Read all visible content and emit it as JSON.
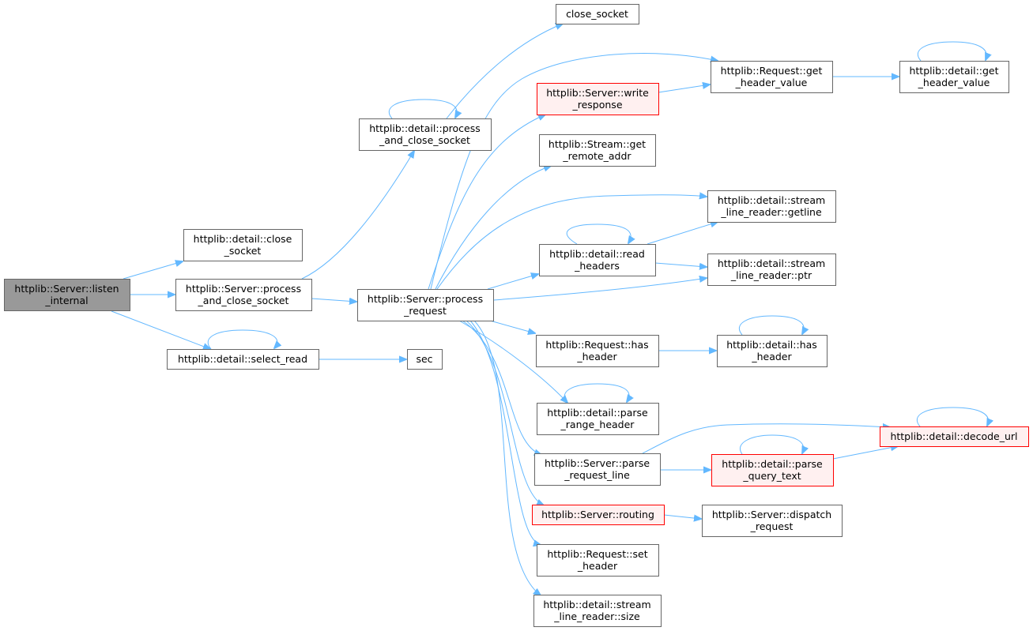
{
  "diagram": {
    "nodes": {
      "listen_internal": [
        "httplib::Server::listen",
        "_internal"
      ],
      "detail_close_socket": [
        "httplib::detail::close",
        "_socket"
      ],
      "server_process_and_close_socket": [
        "httplib::Server::process",
        "_and_close_socket"
      ],
      "select_read": [
        "httplib::detail::select_read"
      ],
      "detail_process_and_close_socket": [
        "httplib::detail::process",
        "_and_close_socket"
      ],
      "close_socket": [
        "close_socket"
      ],
      "process_request": [
        "httplib::Server::process",
        "_request"
      ],
      "sec": [
        "sec"
      ],
      "write_response": [
        "httplib::Server::write",
        "_response"
      ],
      "get_remote_addr": [
        "httplib::Stream::get",
        "_remote_addr"
      ],
      "read_headers": [
        "httplib::detail::read",
        "_headers"
      ],
      "request_has_header": [
        "httplib::Request::has",
        "_header"
      ],
      "parse_range_header": [
        "httplib::detail::parse",
        "_range_header"
      ],
      "parse_request_line": [
        "httplib::Server::parse",
        "_request_line"
      ],
      "routing": [
        "httplib::Server::routing"
      ],
      "request_set_header": [
        "httplib::Request::set",
        "_header"
      ],
      "stream_line_reader_size": [
        "httplib::detail::stream",
        "_line_reader::size"
      ],
      "request_get_header_value": [
        "httplib::Request::get",
        "_header_value"
      ],
      "stream_line_reader_getline": [
        "httplib::detail::stream",
        "_line_reader::getline"
      ],
      "stream_line_reader_ptr": [
        "httplib::detail::stream",
        "_line_reader::ptr"
      ],
      "detail_has_header": [
        "httplib::detail::has",
        "_header"
      ],
      "parse_query_text": [
        "httplib::detail::parse",
        "_query_text"
      ],
      "dispatch_request": [
        "httplib::Server::dispatch",
        "_request"
      ],
      "detail_get_header_value": [
        "httplib::detail::get",
        "_header_value"
      ],
      "decode_url": [
        "httplib::detail::decode_url"
      ]
    },
    "edges": [
      [
        "listen_internal",
        "detail_close_socket"
      ],
      [
        "listen_internal",
        "server_process_and_close_socket"
      ],
      [
        "listen_internal",
        "select_read"
      ],
      [
        "server_process_and_close_socket",
        "detail_process_and_close_socket"
      ],
      [
        "server_process_and_close_socket",
        "process_request"
      ],
      [
        "select_read",
        "select_read"
      ],
      [
        "select_read",
        "sec"
      ],
      [
        "detail_process_and_close_socket",
        "detail_process_and_close_socket"
      ],
      [
        "detail_process_and_close_socket",
        "close_socket"
      ],
      [
        "process_request",
        "request_get_header_value"
      ],
      [
        "process_request",
        "write_response"
      ],
      [
        "process_request",
        "get_remote_addr"
      ],
      [
        "process_request",
        "stream_line_reader_getline"
      ],
      [
        "process_request",
        "read_headers"
      ],
      [
        "process_request",
        "stream_line_reader_ptr"
      ],
      [
        "process_request",
        "request_has_header"
      ],
      [
        "process_request",
        "parse_range_header"
      ],
      [
        "process_request",
        "parse_request_line"
      ],
      [
        "process_request",
        "routing"
      ],
      [
        "process_request",
        "request_set_header"
      ],
      [
        "process_request",
        "stream_line_reader_size"
      ],
      [
        "write_response",
        "request_get_header_value"
      ],
      [
        "request_get_header_value",
        "detail_get_header_value"
      ],
      [
        "detail_get_header_value",
        "detail_get_header_value"
      ],
      [
        "read_headers",
        "read_headers"
      ],
      [
        "read_headers",
        "stream_line_reader_getline"
      ],
      [
        "read_headers",
        "stream_line_reader_ptr"
      ],
      [
        "request_has_header",
        "detail_has_header"
      ],
      [
        "detail_has_header",
        "detail_has_header"
      ],
      [
        "parse_range_header",
        "parse_range_header"
      ],
      [
        "parse_request_line",
        "decode_url"
      ],
      [
        "parse_request_line",
        "parse_query_text"
      ],
      [
        "parse_query_text",
        "parse_query_text"
      ],
      [
        "parse_query_text",
        "decode_url"
      ],
      [
        "decode_url",
        "decode_url"
      ],
      [
        "routing",
        "dispatch_request"
      ]
    ],
    "highlight": {
      "root": "listen_internal",
      "red_border": [
        "write_response",
        "routing",
        "parse_query_text",
        "decode_url"
      ]
    },
    "colors": {
      "edge": "#63b8ff",
      "root_fill": "#999999",
      "red_border": "#ff0000",
      "red_fill": "#fff0f0",
      "node_border": "#666666"
    }
  }
}
